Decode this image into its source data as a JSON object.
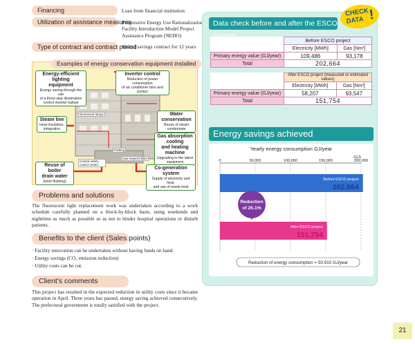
{
  "info": {
    "financing_label": "Financing",
    "financing_value": "Loan from financial institution",
    "utilization_label": "Utilization of assistance measures",
    "utilization_value_lines": [
      "Progressive Energy Use Rationalization",
      "Facility Introduction Model Project",
      "Assistance Program (NEDO)"
    ],
    "contract_label": "Type of contract and contract period",
    "contract_value": "Shared savings contract for 12 years"
  },
  "equipment": {
    "title": "Examples of energy conservation equipment installed",
    "lighting_title_lines": [
      "Energy-efficient lighting",
      "equipment"
    ],
    "lighting_sub_lines": [
      "Energy saving through the use",
      "of a three-step illumination",
      "control inverter ballast"
    ],
    "inverter_title": "Inverter control",
    "inverter_sub_lines": [
      "Reduction of power consumption",
      "of air conditioner fans and pumps"
    ],
    "steam_title": "Steam line",
    "steam_sub_lines": [
      "Heat insulation,",
      "integration"
    ],
    "water_title": "Water conservation",
    "water_sub_lines": [
      "Reuse of steam",
      "condensate"
    ],
    "gas_title_lines": [
      "Gas absorption cooling",
      "and heating machine"
    ],
    "gas_sub_lines": [
      "Upgrading to the latest",
      "equipment"
    ],
    "boiler_title_lines": [
      "Reuse of boiler",
      "drain water"
    ],
    "boiler_sub": "(toilet flushing)",
    "cogen_title": "Co-generation system",
    "cogen_sub_lines": [
      "Supply of electricity and heat,",
      "and use of waste heat"
    ],
    "fluorescent": "Fluorescent lamps",
    "parking": "Parking",
    "central": "Central safety control center",
    "gas_heater": "Gas heater/Chiller"
  },
  "problems": {
    "title": "Problems and solutions",
    "text": "The fluorescent light replacement work was undertaken according to a work schedule carefully planned on a block-by-block basis, using weekends and nighttime as much as possible so as not to hinder hospital operations or disturb patients."
  },
  "benefits": {
    "title": "Benefits to the client (Sales points)",
    "items": [
      "· Facility renovation can be undertaken without having funds on hand.",
      "· Energy savings (CO₂ emission reduction)",
      "· Utility costs can be cut."
    ]
  },
  "comments": {
    "title": "Client's comments",
    "text": "This project has resulted in the expected reduction in utility costs since it became operation in April. Three years has passed, energy saving achieved consecutively. The prefectural government is totally satisfied with the project."
  },
  "check": {
    "title": "Data check before and after the ESCO project",
    "badge_line1": "CHECK",
    "badge_line2": "DATA",
    "badge_mark": "!",
    "before": {
      "caption": "Before ESCO project",
      "col1": "Electricity [MWh]",
      "col2": "Gas [Nm³]",
      "row_label": "Primary energy value (GJ/year)",
      "electricity": "109,486",
      "gas": "93,178",
      "total_label": "Total",
      "total": "202,664"
    },
    "after": {
      "caption": "After ESCO project (measured or estimated values)",
      "col1": "Electricity [MWh]",
      "col2": "Gas [Nm³]",
      "row_label": "Primary energy value (GJ/year)",
      "electricity": "58,207",
      "gas": "93,547",
      "total_label": "Total",
      "total": "151,754"
    }
  },
  "savings": {
    "title": "Energy savings achieved",
    "reduction_lines": [
      "Reduction",
      "of 25.1%"
    ],
    "reduction_total": "Reduction of energy consumption = 50,910 GJ/year"
  },
  "chart_data": {
    "type": "bar",
    "orientation": "horizontal",
    "title": "Yearly energy consumption GJ/year",
    "unit": "(GJ)",
    "xlim": [
      0,
      200000
    ],
    "ticks": [
      0,
      50000,
      100000,
      150000,
      200000
    ],
    "tick_labels": [
      "0",
      "50,000",
      "100,000",
      "150,000",
      "200,000"
    ],
    "categories": [
      "Before ESCO project",
      "After ESCO project"
    ],
    "values": [
      202664,
      151754
    ],
    "value_labels": [
      "202,664",
      "151,754"
    ],
    "colors": [
      "#2f6fd0",
      "#e8378e"
    ],
    "grid": true
  },
  "page": {
    "number": "21"
  }
}
